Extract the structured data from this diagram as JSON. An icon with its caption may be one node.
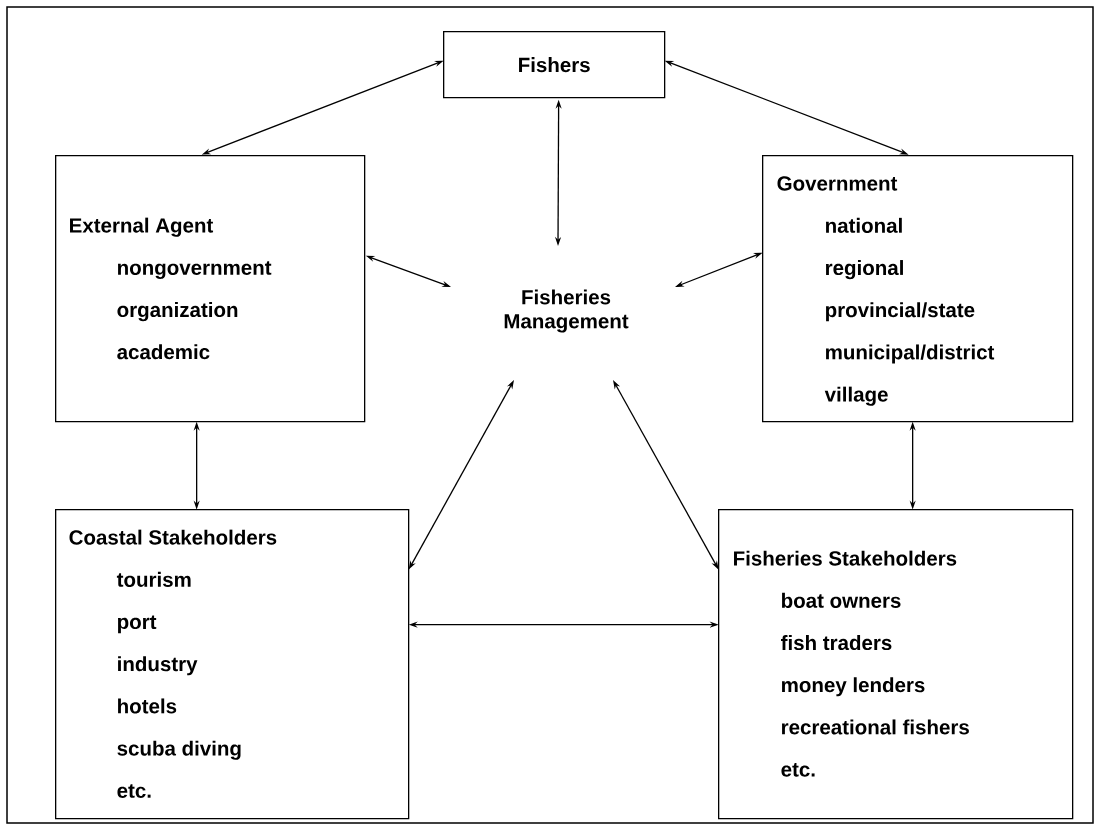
{
  "diagram": {
    "nodes": [
      {
        "text": [
          "Fishers"
        ]
      },
      {
        "text": [
          "External Agent",
          "nongovernment",
          "organization",
          "academic"
        ]
      },
      {
        "text": [
          "Fisheries Management"
        ]
      },
      {
        "text": [
          "Government",
          "national",
          "regional",
          "provincial/state",
          "municipal/district",
          "village"
        ]
      },
      {
        "text": [
          "Coastal Stakeholders",
          "tourism",
          "port",
          "industry",
          "hotels",
          "scuba diving",
          "etc."
        ]
      },
      {
        "text": [
          "Fisheries Stakeholders",
          "boat owners",
          "fish traders",
          "money lenders",
          "recreational fishers",
          "etc."
        ]
      }
    ],
    "edges": [
      {
        "from": 0,
        "to": 1,
        "arrow": "both"
      },
      {
        "from": 0,
        "to": 3,
        "arrow": "both"
      },
      {
        "from": 0,
        "to": 2,
        "arrow": "both"
      },
      {
        "from": 1,
        "to": 2,
        "arrow": "both"
      },
      {
        "from": 3,
        "to": 2,
        "arrow": "both"
      },
      {
        "from": 1,
        "to": 4,
        "arrow": "both"
      },
      {
        "from": 3,
        "to": 5,
        "arrow": "both"
      },
      {
        "from": 2,
        "to": 4,
        "arrow": "both"
      },
      {
        "from": 2,
        "to": 5,
        "arrow": "both"
      },
      {
        "from": 4,
        "to": 5,
        "arrow": "both"
      }
    ]
  }
}
